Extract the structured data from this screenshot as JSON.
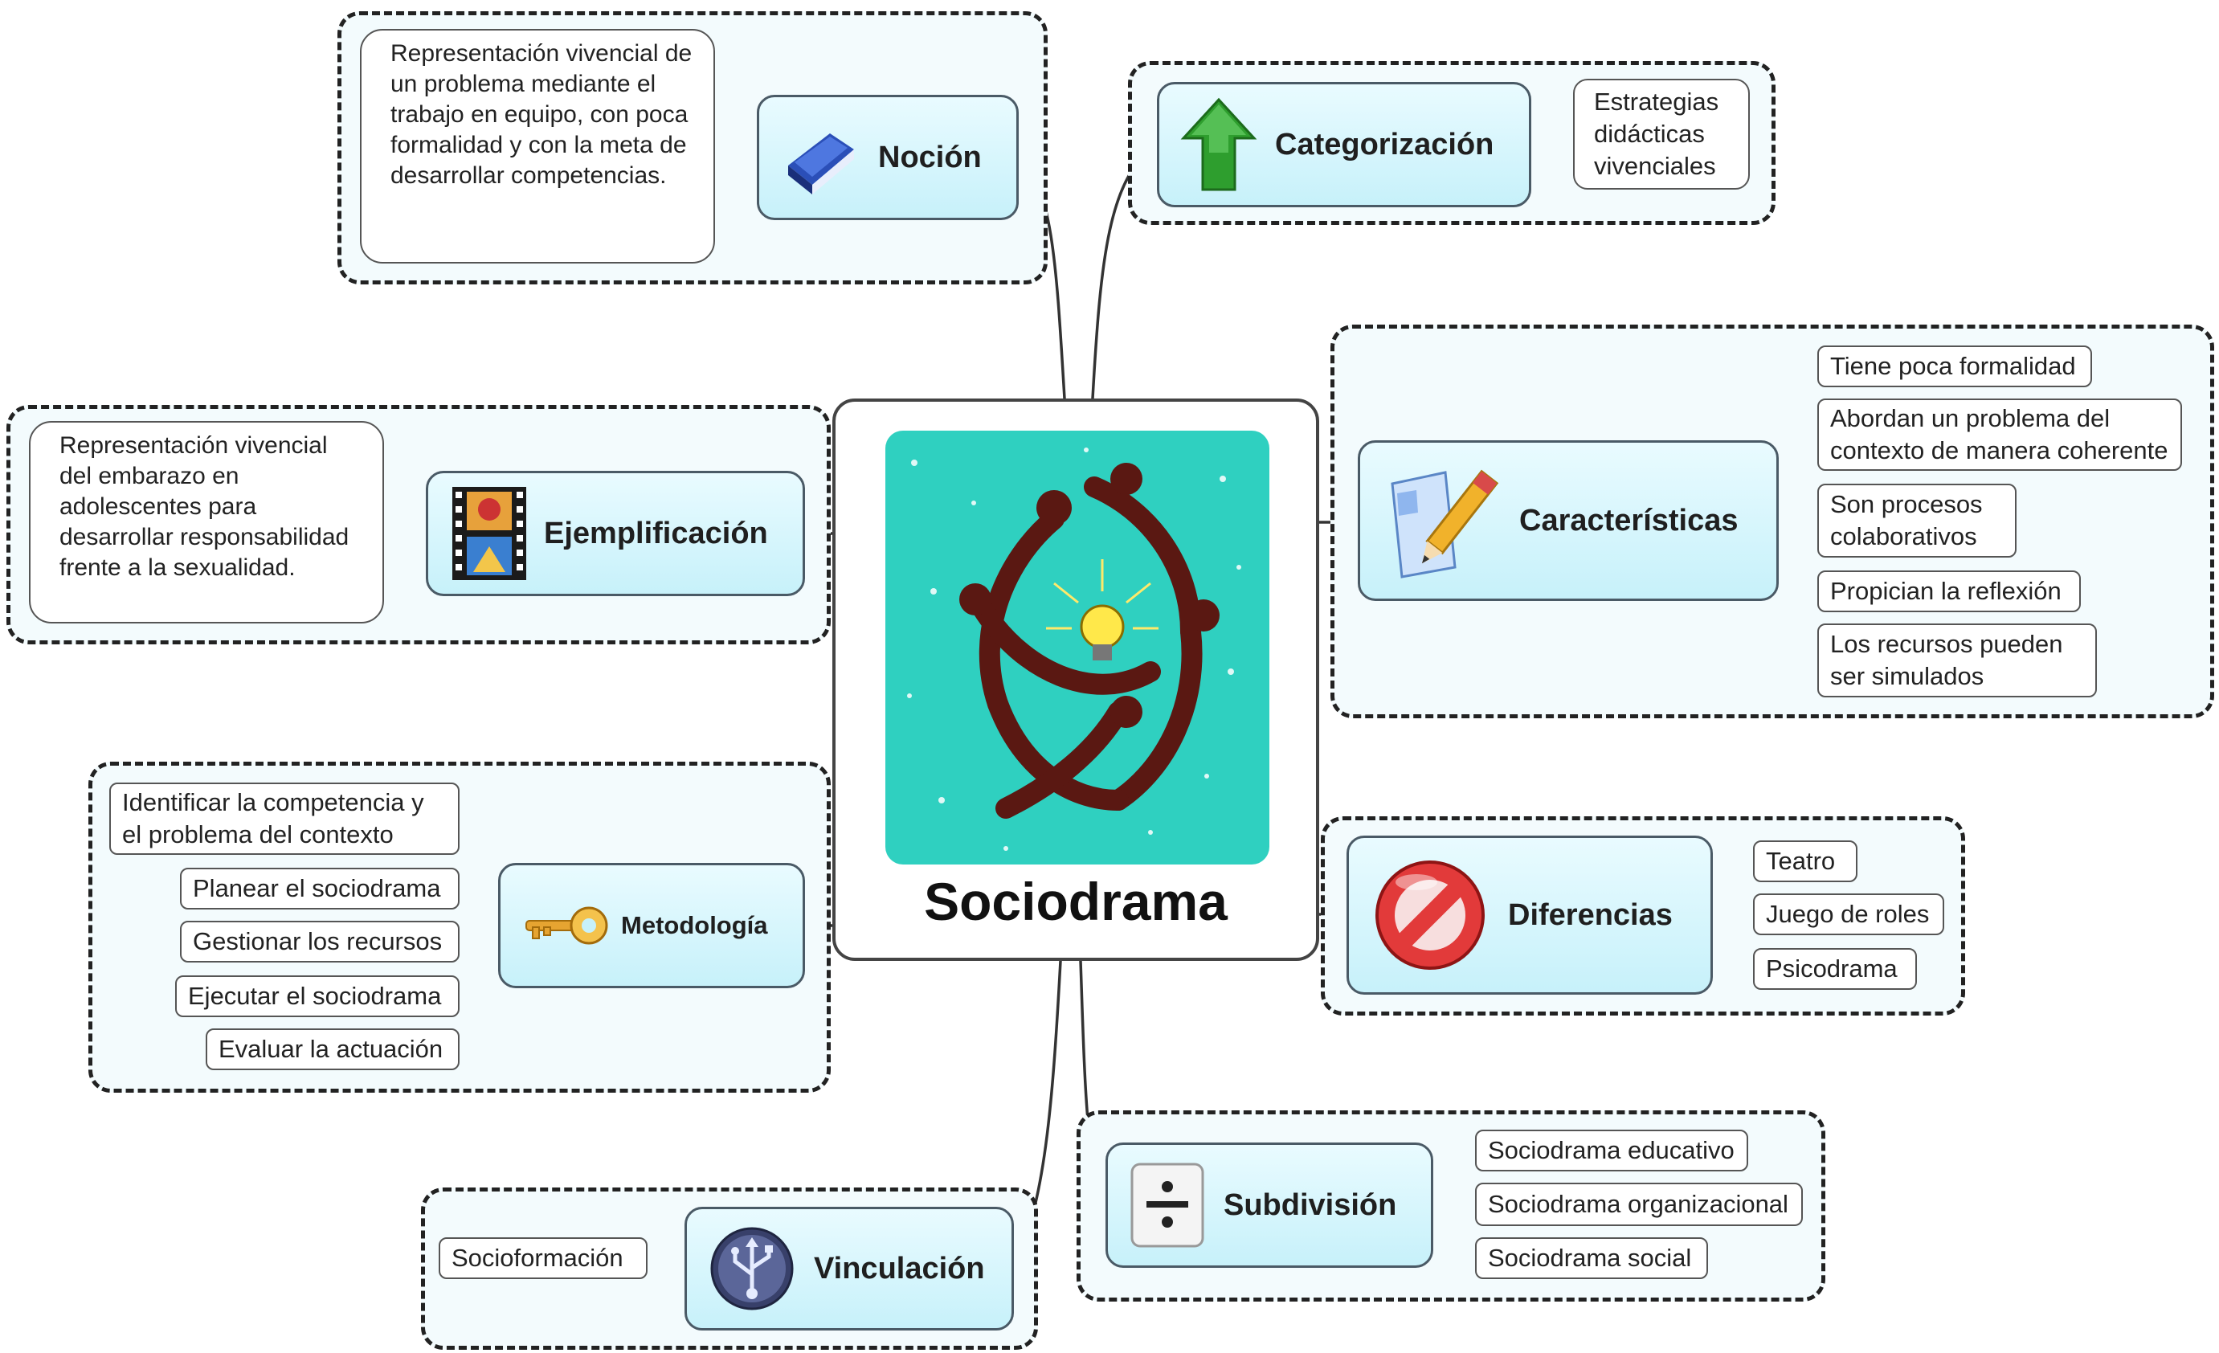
{
  "central": {
    "title": "Sociodrama"
  },
  "nocion": {
    "label": "Noción",
    "text": "Representación vivencial de un problema mediante el trabajo en equipo, con poca formalidad y con la meta de desarrollar competencias."
  },
  "categorizacion": {
    "label": "Categorización",
    "items": [
      "Estrategias didácticas vivenciales"
    ]
  },
  "caracteristicas": {
    "label": "Características",
    "items": [
      "Tiene poca formalidad",
      "Abordan un problema del contexto de manera coherente",
      "Son procesos colaborativos",
      "Propician la reflexión",
      "Los recursos pueden ser simulados"
    ]
  },
  "ejemplificacion": {
    "label": "Ejemplificación",
    "text": "Representación vivencial del embarazo en adolescentes para desarrollar responsabilidad frente a la sexualidad."
  },
  "metodologia": {
    "label": "Metodología",
    "items": [
      "Identificar la competencia y el problema del contexto",
      "Planear el sociodrama",
      "Gestionar los recursos",
      "Ejecutar el sociodrama",
      "Evaluar la actuación"
    ]
  },
  "diferencias": {
    "label": "Diferencias",
    "items": [
      "Teatro",
      "Juego de roles",
      "Psicodrama"
    ]
  },
  "subdivision": {
    "label": "Subdivisión",
    "items": [
      "Sociodrama educativo",
      "Sociodrama organizacional",
      "Sociodrama social"
    ]
  },
  "vinculacion": {
    "label": "Vinculación",
    "items": [
      "Socioformación"
    ]
  },
  "icons": {
    "nocion": "book-icon",
    "categorizacion": "up-arrow-icon",
    "caracteristicas": "document-pencil-icon",
    "ejemplificacion": "film-strip-icon",
    "metodologia": "key-icon",
    "diferencias": "prohibited-icon",
    "subdivision": "divide-icon",
    "vinculacion": "usb-icon"
  },
  "colors": {
    "topic_fill": "#c7f1fa",
    "group_border": "#222222",
    "central_art_bg": "#2fd0c0"
  }
}
